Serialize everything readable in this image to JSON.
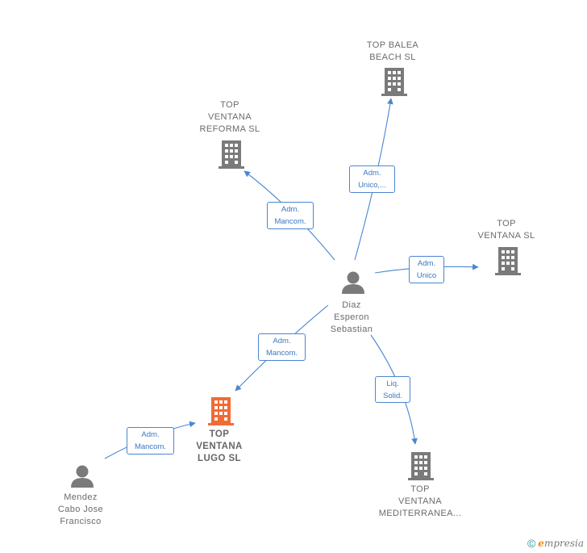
{
  "nodes": {
    "top_balea_beach": {
      "label": "TOP BALEA\nBEACH  SL",
      "type": "company"
    },
    "top_ventana_reforma": {
      "label": "TOP\nVENTANA\nREFORMA  SL",
      "type": "company"
    },
    "top_ventana": {
      "label": "TOP\nVENTANA SL",
      "type": "company"
    },
    "diaz_esperon": {
      "label": "Diaz\nEsperon\nSebastian",
      "type": "person"
    },
    "top_ventana_lugo": {
      "label": "TOP\nVENTANA\nLUGO  SL",
      "type": "company-main"
    },
    "top_ventana_mediterranea": {
      "label": "TOP\nVENTANA\nMEDITERRANEA...",
      "type": "company"
    },
    "mendez_cabo": {
      "label": "Mendez\nCabo Jose\nFrancisco",
      "type": "person"
    }
  },
  "edges": {
    "to_balea": "Adm.\nUnico,...",
    "to_reforma": "Adm.\nMancom.",
    "to_top_ventana": "Adm.\nUnico",
    "to_lugo": "Adm.\nMancom.",
    "to_mediterranea": "Liq.\nSolid.",
    "mendez_to_lugo": "Adm.\nMancom."
  },
  "colors": {
    "edge": "#4a86d0",
    "company_icon": "#7a7a7a",
    "main_company_icon": "#f26a35",
    "person_icon": "#7a7a7a"
  },
  "watermark": {
    "symbol": "©",
    "brand": "mpresia",
    "brand_initial": "e"
  }
}
